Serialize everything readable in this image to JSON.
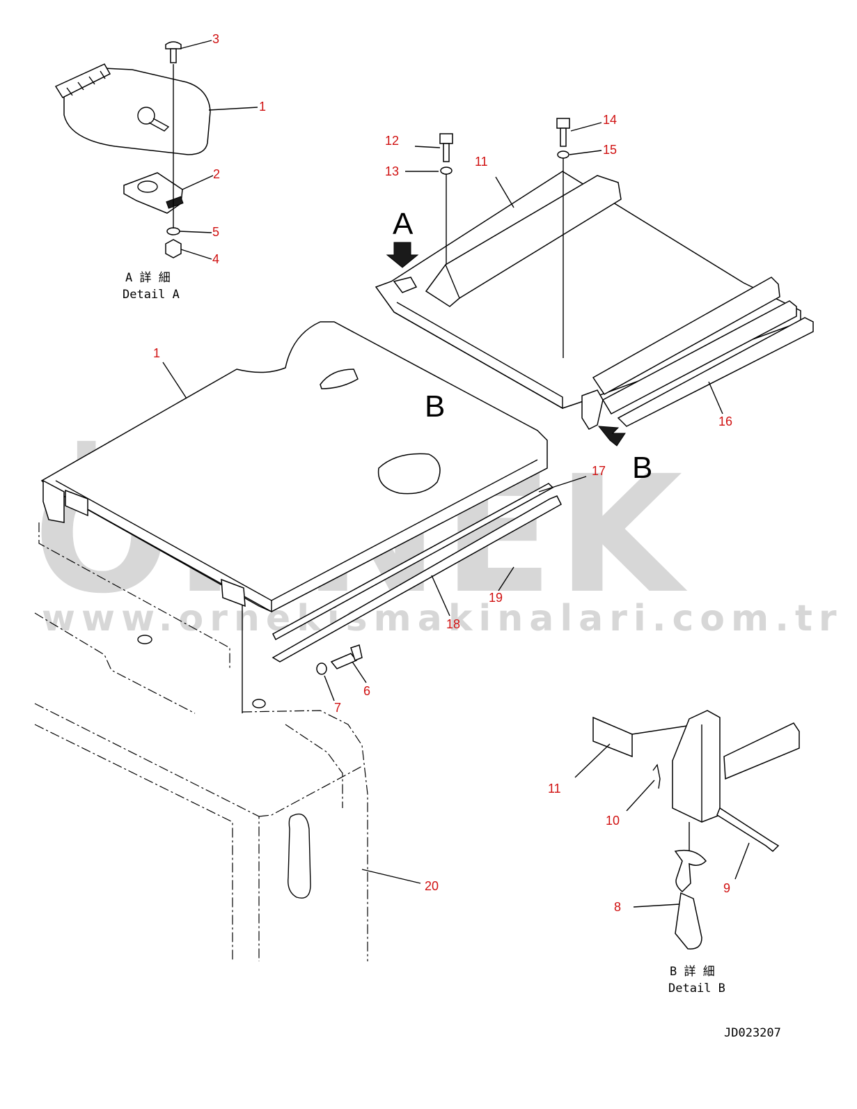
{
  "diagram": {
    "doc_code": "JD023207",
    "detail_a": {
      "line1": "A 詳 細",
      "line2": "Detail A"
    },
    "detail_b": {
      "line1": "B 詳 細",
      "line2": "Detail B"
    },
    "view_markers": [
      "A",
      "B",
      "B"
    ],
    "watermark": {
      "brand": "ÖRNEK",
      "url": "www.ornekismakinalari.com.tr",
      "color": "#cfcfcf"
    },
    "callout_color": "#d01010",
    "callouts": [
      "3",
      "1",
      "2",
      "5",
      "4",
      "12",
      "14",
      "13",
      "15",
      "11",
      "1",
      "16",
      "17",
      "19",
      "18",
      "6",
      "7",
      "11",
      "10",
      "9",
      "8",
      "20"
    ]
  }
}
